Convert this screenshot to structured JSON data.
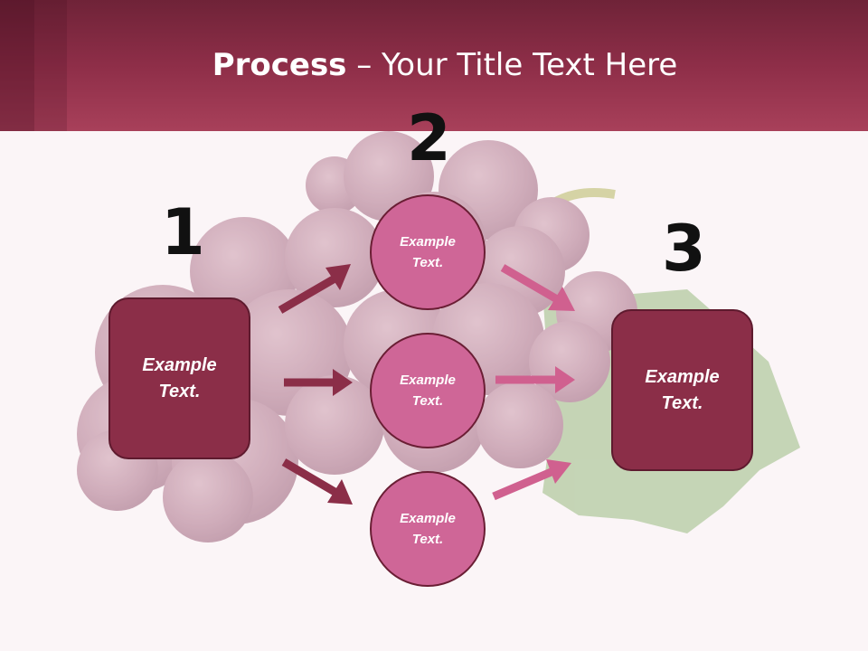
{
  "title": {
    "bold": "Process",
    "rest": " – Your Title Text Here"
  },
  "steps": {
    "one": "1",
    "two": "2",
    "three": "3"
  },
  "left_box": {
    "text": "Example\nText."
  },
  "right_box": {
    "text": "Example\nText."
  },
  "circles": [
    {
      "text": "Example\nText."
    },
    {
      "text": "Example\nText."
    },
    {
      "text": "Example\nText."
    }
  ],
  "colors": {
    "header": "#8e2e48",
    "box": "#8b2e48",
    "circle": "#cf6697",
    "arrow_dark": "#8b2e48",
    "arrow_pink": "#d0608f"
  }
}
